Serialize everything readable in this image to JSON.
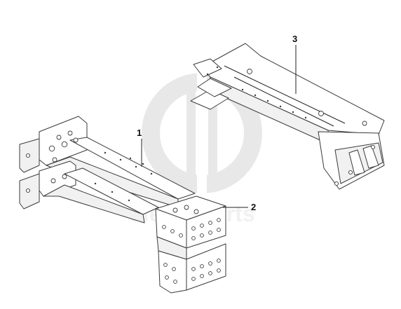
{
  "diagram": {
    "callouts": [
      {
        "number": "1"
      },
      {
        "number": "2"
      },
      {
        "number": "3"
      }
    ]
  },
  "watermark": {
    "logo": "dp-logo",
    "text": "diesel-parts",
    "color": "#d3d3d3"
  }
}
